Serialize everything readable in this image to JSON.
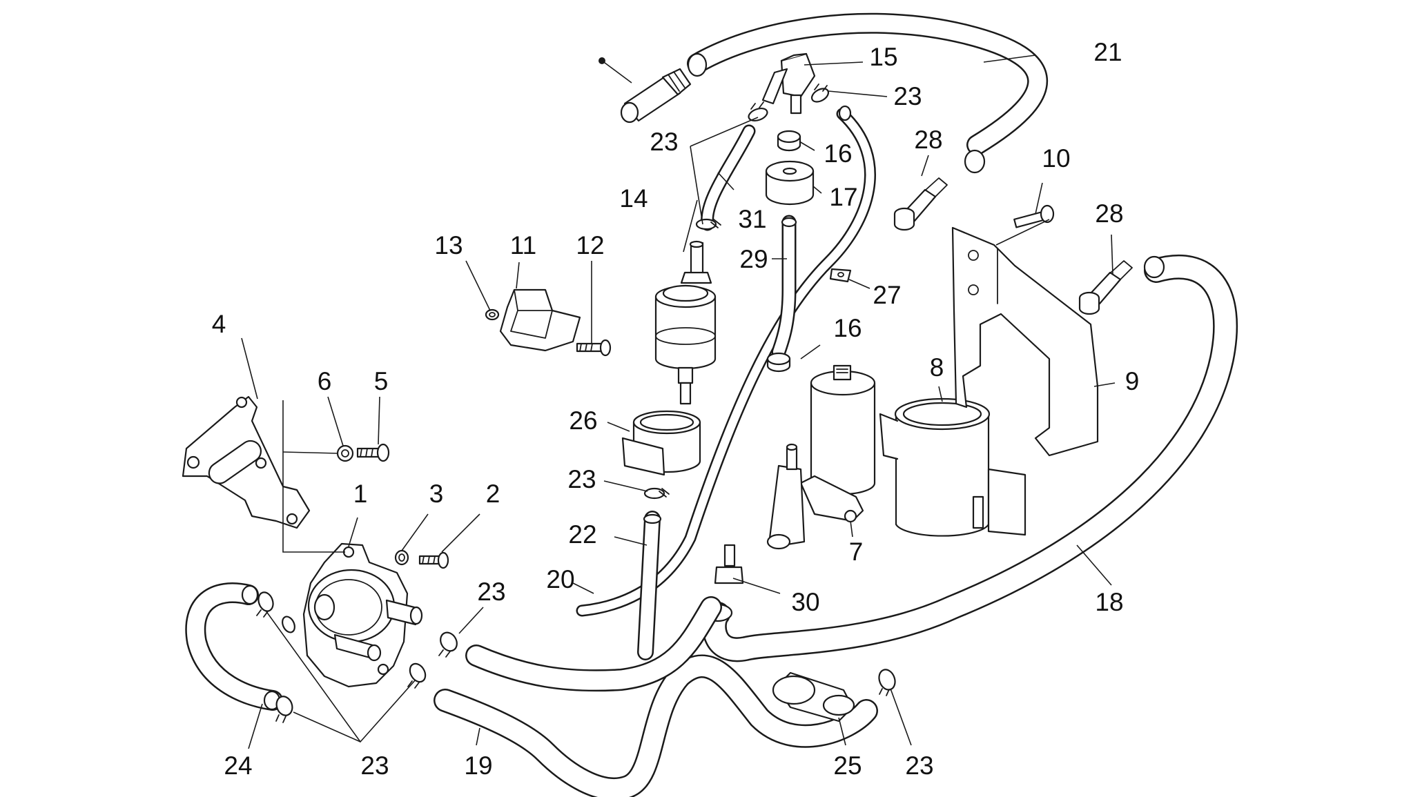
{
  "diagram": {
    "background_color": "#ffffff",
    "line_color": "#1a1a1a",
    "callouts": [
      {
        "id": "c1",
        "label": "1"
      },
      {
        "id": "c2",
        "label": "2"
      },
      {
        "id": "c3",
        "label": "3"
      },
      {
        "id": "c4",
        "label": "4"
      },
      {
        "id": "c5",
        "label": "5"
      },
      {
        "id": "c6",
        "label": "6"
      },
      {
        "id": "c7",
        "label": "7"
      },
      {
        "id": "c8",
        "label": "8"
      },
      {
        "id": "c9",
        "label": "9"
      },
      {
        "id": "c10",
        "label": "10"
      },
      {
        "id": "c11",
        "label": "11"
      },
      {
        "id": "c12",
        "label": "12"
      },
      {
        "id": "c13",
        "label": "13"
      },
      {
        "id": "c14",
        "label": "14"
      },
      {
        "id": "c15",
        "label": "15"
      },
      {
        "id": "c16a",
        "label": "16"
      },
      {
        "id": "c16b",
        "label": "16"
      },
      {
        "id": "c17",
        "label": "17"
      },
      {
        "id": "c18",
        "label": "18"
      },
      {
        "id": "c19",
        "label": "19"
      },
      {
        "id": "c20",
        "label": "20"
      },
      {
        "id": "c21",
        "label": "21"
      },
      {
        "id": "c22",
        "label": "22"
      },
      {
        "id": "c23a",
        "label": "23"
      },
      {
        "id": "c23b",
        "label": "23"
      },
      {
        "id": "c23c",
        "label": "23"
      },
      {
        "id": "c23d",
        "label": "23"
      },
      {
        "id": "c23e",
        "label": "23"
      },
      {
        "id": "c23f",
        "label": "23"
      },
      {
        "id": "c24",
        "label": "24"
      },
      {
        "id": "c25",
        "label": "25"
      },
      {
        "id": "c26",
        "label": "26"
      },
      {
        "id": "c27",
        "label": "27"
      },
      {
        "id": "c28a",
        "label": "28"
      },
      {
        "id": "c28b",
        "label": "28"
      },
      {
        "id": "c29",
        "label": "29"
      },
      {
        "id": "c30",
        "label": "30"
      },
      {
        "id": "c31",
        "label": "31"
      }
    ]
  }
}
